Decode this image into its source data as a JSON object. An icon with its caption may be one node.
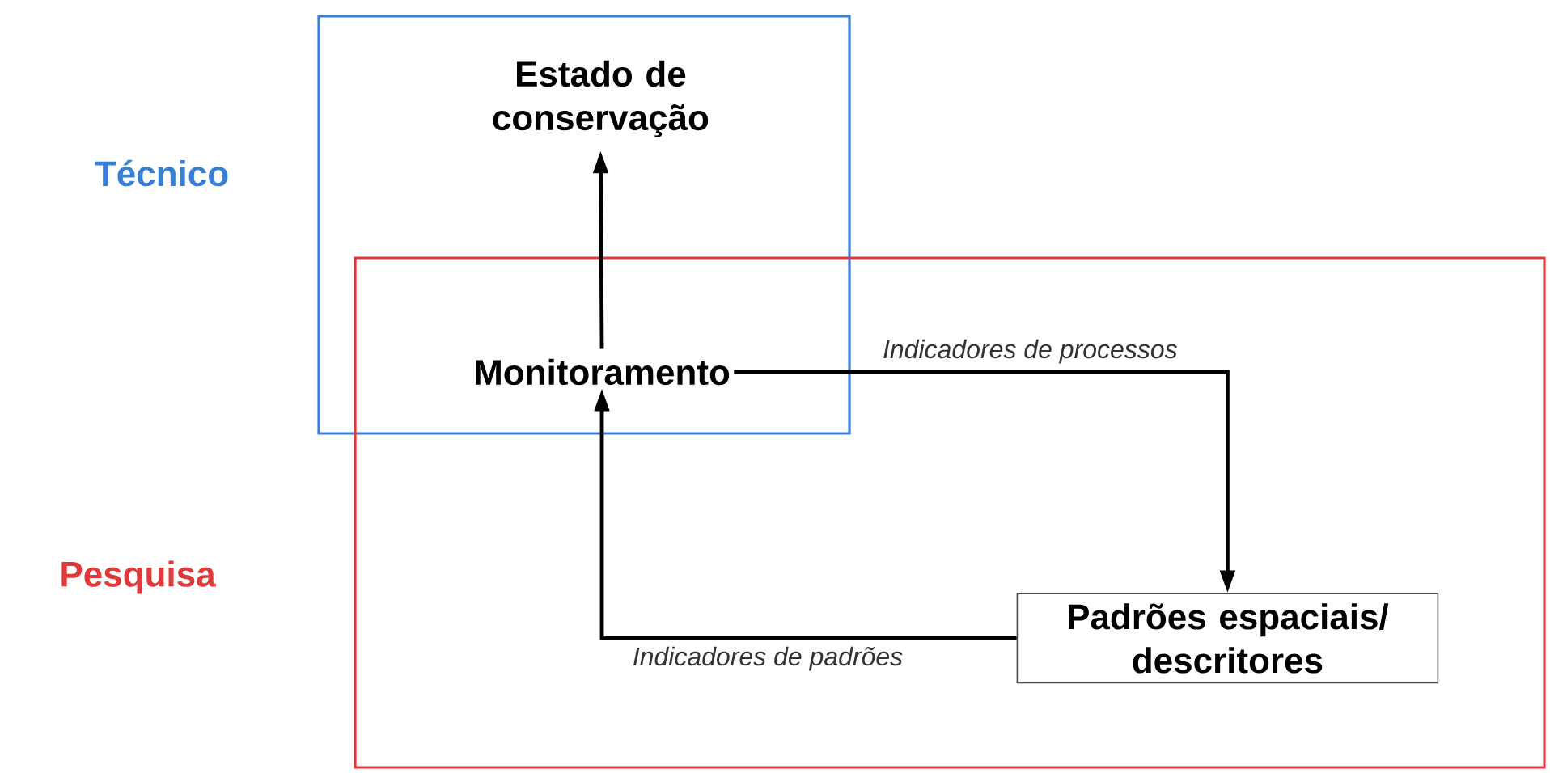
{
  "diagram": {
    "nodes": [
      {
        "text": [
          "Técnico"
        ]
      },
      {
        "text": [
          "Pesquisa"
        ]
      },
      {
        "text": [
          "Estado de conservação"
        ],
        "in": 0
      },
      {
        "text": [
          "Monitoramento"
        ]
      },
      {
        "text": [
          "Padrões espaciais/ descritores"
        ],
        "in": 1
      }
    ],
    "edges": [
      {
        "from": 3,
        "to": 2,
        "arrow": "to"
      },
      {
        "from": 3,
        "to": 4,
        "arrow": "to",
        "label": "Indicadores de processos"
      },
      {
        "from": 4,
        "to": 3,
        "arrow": "to",
        "label": "Indicadores de padrões"
      }
    ]
  }
}
